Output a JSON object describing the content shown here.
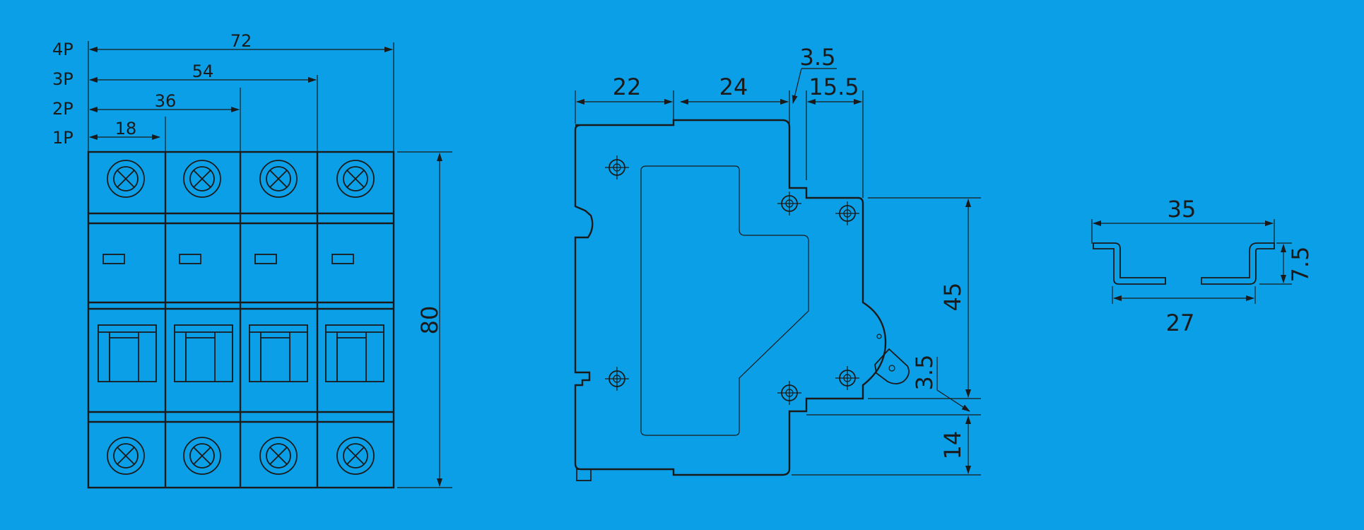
{
  "colors": {
    "background": "#0a9fe6",
    "line": "#1a1a1a"
  },
  "front_view": {
    "pole_labels": [
      "4P",
      "3P",
      "2P",
      "1P"
    ],
    "widths": [
      "72",
      "54",
      "36",
      "18"
    ],
    "height": "80"
  },
  "side_view": {
    "top_dims": [
      "22",
      "24",
      "3.5",
      "15.5"
    ],
    "right_dims": [
      "45",
      "3.5",
      "14"
    ]
  },
  "rail_profile": {
    "width_top": "35",
    "width_bottom": "27",
    "depth": "7.5"
  }
}
